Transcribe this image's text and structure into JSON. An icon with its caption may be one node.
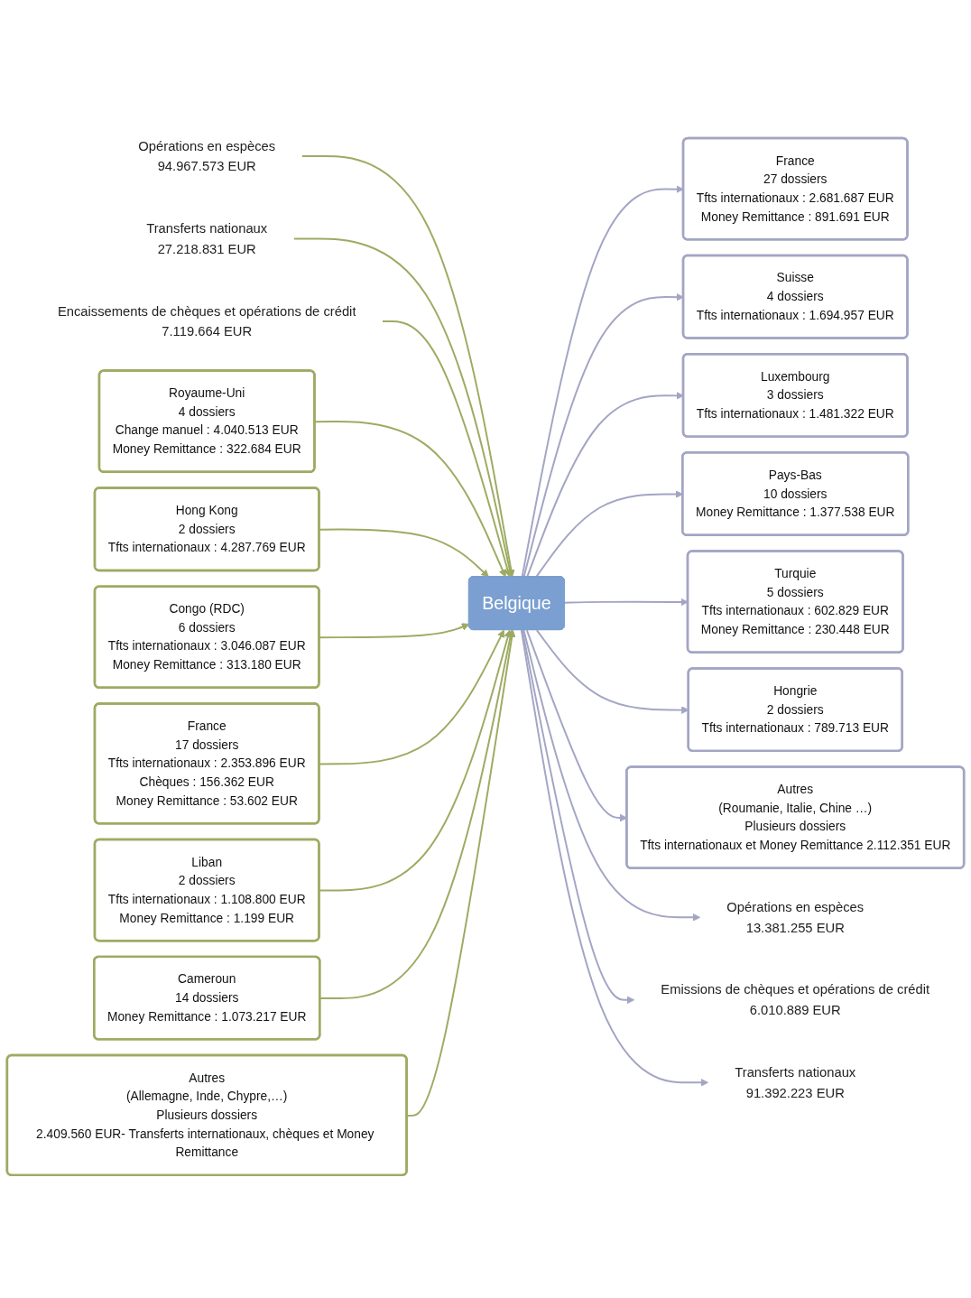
{
  "diagram": {
    "nodes": [
      {
        "text": [
          "Opérations en espèces",
          "94.967.573 EUR"
        ]
      },
      {
        "text": [
          "Transferts nationaux",
          "27.218.831 EUR"
        ]
      },
      {
        "text": [
          "Encaissements de chèques et opérations de crédit",
          "7.119.664 EUR"
        ]
      },
      {
        "text": [
          "Royaume-Uni",
          "4 dossiers",
          "Change manuel : 4.040.513 EUR",
          "Money Remittance : 322.684 EUR"
        ]
      },
      {
        "text": [
          "Hong Kong",
          "2 dossiers",
          "Tfts internationaux : 4.287.769 EUR"
        ]
      },
      {
        "text": [
          "Congo (RDC)",
          "6 dossiers",
          "Tfts internationaux : 3.046.087 EUR",
          "Money Remittance : 313.180 EUR"
        ]
      },
      {
        "text": [
          "France",
          "17 dossiers",
          "Tfts internationaux : 2.353.896 EUR",
          "Chèques : 156.362 EUR",
          "Money Remittance : 53.602 EUR"
        ]
      },
      {
        "text": [
          "Liban",
          "2 dossiers",
          "Tfts internationaux : 1.108.800 EUR",
          "Money Remittance : 1.199 EUR"
        ]
      },
      {
        "text": [
          "Cameroun",
          "14 dossiers",
          "Money Remittance : 1.073.217 EUR"
        ]
      },
      {
        "text": [
          "Autres",
          "(Allemagne, Inde, Chypre,…)",
          "Plusieurs dossiers",
          "2.409.560 EUR- Transferts internationaux, chèques et Money Remittance"
        ]
      },
      {
        "text": [
          "Belgique"
        ]
      },
      {
        "text": [
          "France",
          "27  dossiers",
          "Tfts internationaux : 2.681.687 EUR",
          "Money Remittance : 891.691 EUR"
        ]
      },
      {
        "text": [
          "Suisse",
          "4 dossiers",
          "Tfts internationaux : 1.694.957 EUR"
        ]
      },
      {
        "text": [
          "Luxembourg",
          "3 dossiers",
          "Tfts internationaux : 1.481.322 EUR"
        ]
      },
      {
        "text": [
          "Pays-Bas",
          "10 dossiers",
          "Money Remittance : 1.377.538 EUR"
        ]
      },
      {
        "text": [
          "Turquie",
          "5 dossiers",
          "Tfts internationaux : 602.829 EUR",
          "Money Remittance : 230.448 EUR"
        ]
      },
      {
        "text": [
          "Hongrie",
          "2 dossiers",
          "Tfts internationaux : 789.713 EUR"
        ]
      },
      {
        "text": [
          "Autres",
          "(Roumanie, Italie, Chine …)",
          "Plusieurs dossiers",
          "Tfts internationaux et Money Remittance 2.112.351 EUR"
        ]
      },
      {
        "text": [
          "Opérations en espèces",
          "13.381.255 EUR"
        ]
      },
      {
        "text": [
          "Emissions de chèques et opérations de crédit",
          "6.010.889 EUR"
        ]
      },
      {
        "text": [
          "Transferts nationaux",
          "91.392.223 EUR"
        ]
      }
    ],
    "edges": [
      {
        "from": 0,
        "to": 10,
        "arrow": "to",
        "color": "#9dab62"
      },
      {
        "from": 1,
        "to": 10,
        "arrow": "to",
        "color": "#9dab62"
      },
      {
        "from": 2,
        "to": 10,
        "arrow": "to",
        "color": "#9dab62"
      },
      {
        "from": 3,
        "to": 10,
        "arrow": "to",
        "color": "#9dab62"
      },
      {
        "from": 4,
        "to": 10,
        "arrow": "to",
        "color": "#9dab62"
      },
      {
        "from": 5,
        "to": 10,
        "arrow": "to",
        "color": "#9dab62"
      },
      {
        "from": 6,
        "to": 10,
        "arrow": "to",
        "color": "#9dab62"
      },
      {
        "from": 7,
        "to": 10,
        "arrow": "to",
        "color": "#9dab62"
      },
      {
        "from": 8,
        "to": 10,
        "arrow": "to",
        "color": "#9dab62"
      },
      {
        "from": 9,
        "to": 10,
        "arrow": "to",
        "color": "#9dab62"
      },
      {
        "from": 10,
        "to": 11,
        "arrow": "to",
        "color": "#a3a5c4"
      },
      {
        "from": 10,
        "to": 12,
        "arrow": "to",
        "color": "#a3a5c4"
      },
      {
        "from": 10,
        "to": 13,
        "arrow": "to",
        "color": "#a3a5c4"
      },
      {
        "from": 10,
        "to": 14,
        "arrow": "to",
        "color": "#a3a5c4"
      },
      {
        "from": 10,
        "to": 15,
        "arrow": "to",
        "color": "#a3a5c4"
      },
      {
        "from": 10,
        "to": 16,
        "arrow": "to",
        "color": "#a3a5c4"
      },
      {
        "from": 10,
        "to": 17,
        "arrow": "to",
        "color": "#a3a5c4"
      },
      {
        "from": 10,
        "to": 18,
        "arrow": "to",
        "color": "#a3a5c4"
      },
      {
        "from": 10,
        "to": 19,
        "arrow": "to",
        "color": "#a3a5c4"
      },
      {
        "from": 10,
        "to": 20,
        "arrow": "to",
        "color": "#a3a5c4"
      }
    ]
  }
}
